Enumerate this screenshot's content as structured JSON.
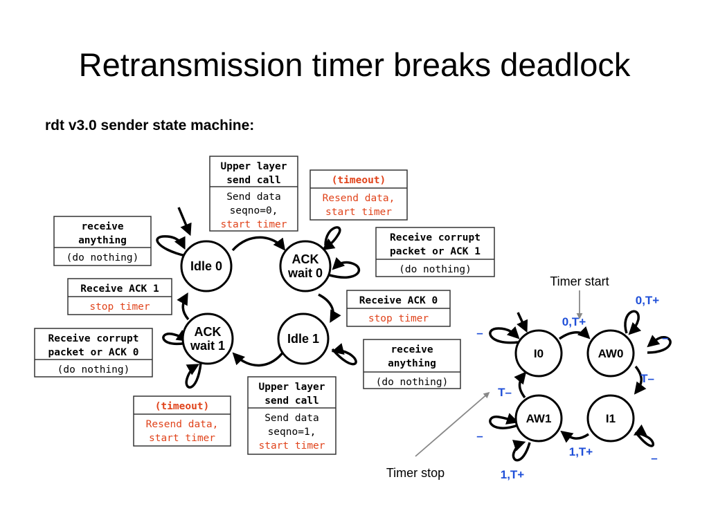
{
  "title": "Retransmission timer breaks deadlock",
  "subtitle": "rdt v3.0 sender state machine:",
  "colors": {
    "red": "#e0431b",
    "blue": "#1f4fd8",
    "black": "#000000",
    "gray": "#888888"
  },
  "main_fsm": {
    "states": {
      "idle0": [
        "Idle 0"
      ],
      "ackwait0": [
        "ACK",
        "wait 0"
      ],
      "idle1": [
        "Idle 1"
      ],
      "ackwait1": [
        "ACK",
        "wait 1"
      ]
    },
    "boxes": {
      "send0": {
        "event": [
          "Upper layer",
          "send call"
        ],
        "action": [
          "Send data",
          "seqno=0,"
        ],
        "action_red": [
          "start timer"
        ]
      },
      "timeout0": {
        "event_red": [
          "(timeout)"
        ],
        "action_red": [
          "Resend data,",
          "start timer"
        ]
      },
      "corrupt1": {
        "event": [
          "Receive corrupt",
          "packet or ACK 1"
        ],
        "action": [
          "(do nothing)"
        ]
      },
      "ack0": {
        "event": [
          "Receive ACK 0"
        ],
        "action_red": [
          "stop timer"
        ]
      },
      "anything1": {
        "event": [
          "receive",
          "anything"
        ],
        "action": [
          "(do nothing)"
        ]
      },
      "send1": {
        "event": [
          "Upper layer",
          "send call"
        ],
        "action": [
          "Send data",
          "seqno=1,"
        ],
        "action_red": [
          "start timer"
        ]
      },
      "timeout1": {
        "event_red": [
          "(timeout)"
        ],
        "action_red": [
          "Resend data,",
          "start timer"
        ]
      },
      "corrupt0": {
        "event": [
          "Receive corrupt",
          "packet or ACK 0"
        ],
        "action": [
          "(do nothing)"
        ]
      },
      "ack1": {
        "event": [
          "Receive ACK 1"
        ],
        "action_red": [
          "stop timer"
        ]
      },
      "anything0": {
        "event": [
          "receive",
          "anything"
        ],
        "action": [
          "(do nothing)"
        ]
      }
    }
  },
  "mini_fsm": {
    "states": {
      "i0": "I0",
      "aw0": "AW0",
      "i1": "I1",
      "aw1": "AW1"
    },
    "labels": {
      "i0_self": "–",
      "i0_to_aw0": "0,T+",
      "aw0_self_timeout": "0,T+",
      "aw0_self_dash": "–",
      "aw0_to_i1": "T–",
      "i1_self": "–",
      "i1_to_aw1": "1,T+",
      "aw1_self_dash": "–",
      "aw1_self_timeout": "1,T+",
      "aw1_to_i0": "T–"
    },
    "notes": {
      "timer_start": "Timer start",
      "timer_stop": "Timer stop"
    }
  }
}
